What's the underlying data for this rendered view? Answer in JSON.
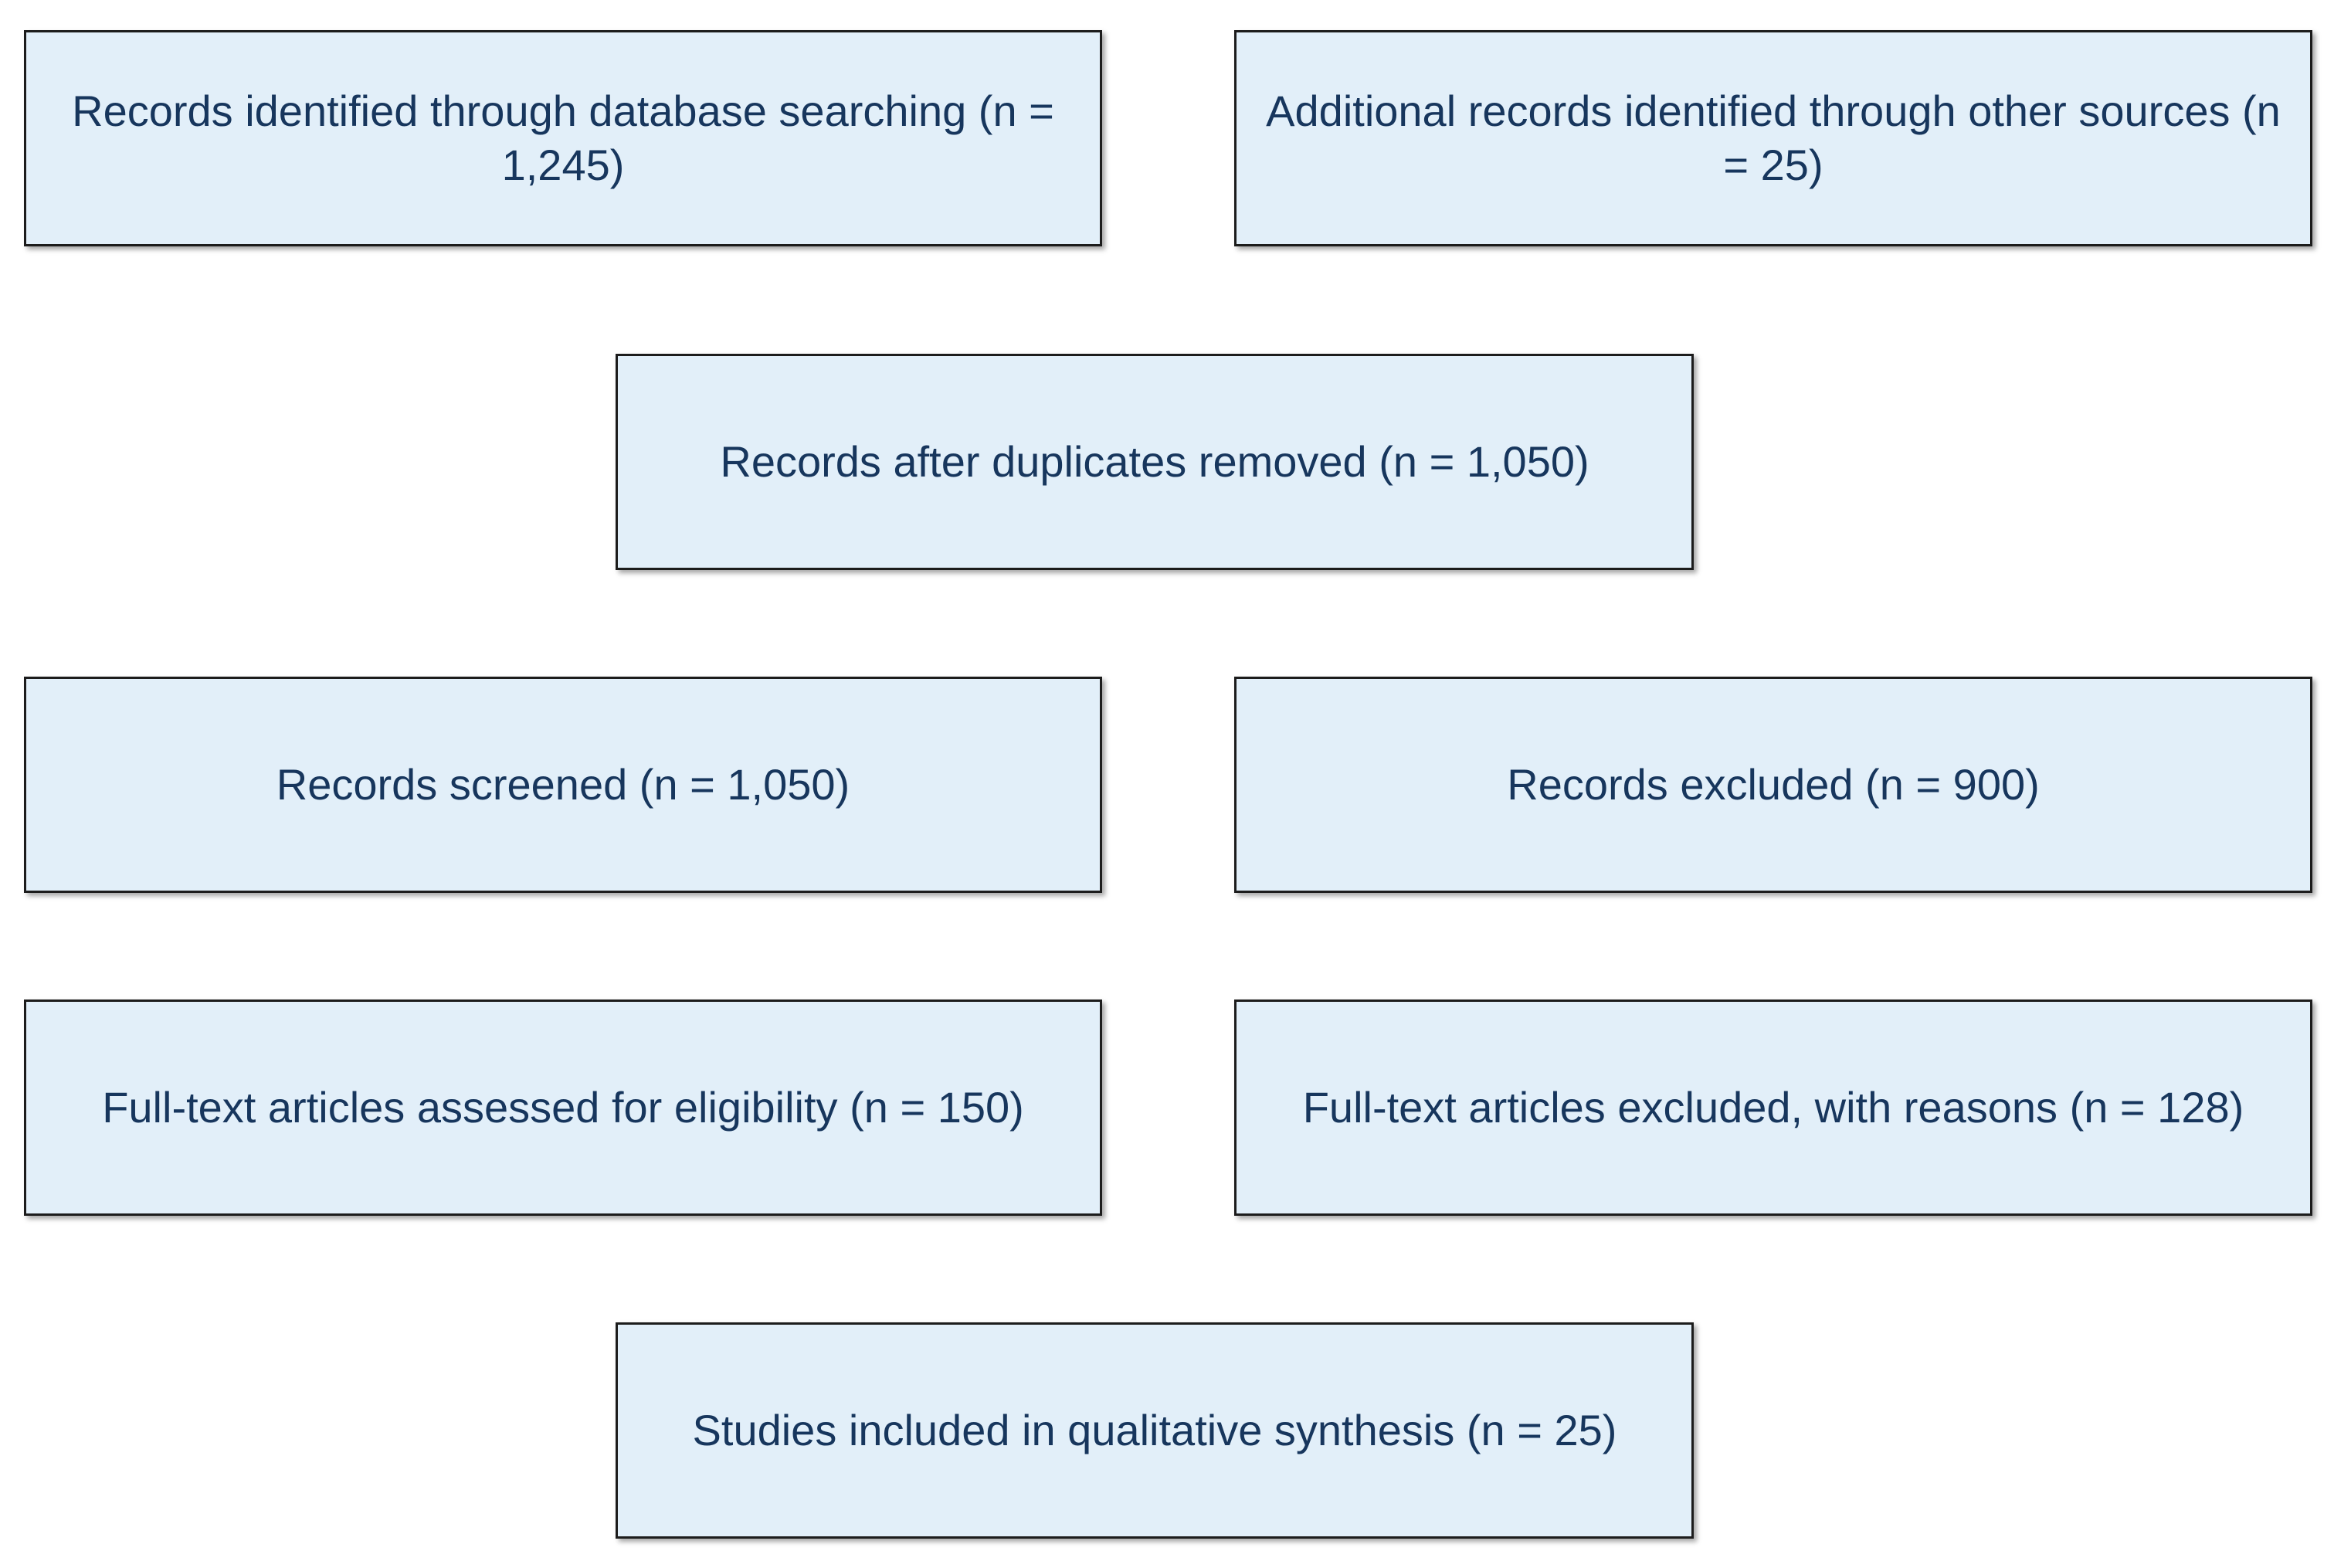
{
  "diagram": {
    "boxes": {
      "database_search": "Records identified through database searching (n = 1,245)",
      "other_sources": "Additional records identified through other sources (n = 25)",
      "after_duplicates": "Records after duplicates removed (n = 1,050)",
      "screened": "Records screened (n = 1,050)",
      "excluded": "Records excluded (n = 900)",
      "fulltext_assessed": "Full-text articles assessed for eligibility (n = 150)",
      "fulltext_excluded": "Full-text articles excluded, with reasons (n = 128)",
      "included": "Studies included in qualitative synthesis (n = 25)"
    },
    "colors": {
      "box_fill": "#e2eff9",
      "box_border": "#1c1c1c",
      "text": "#17365d"
    }
  }
}
